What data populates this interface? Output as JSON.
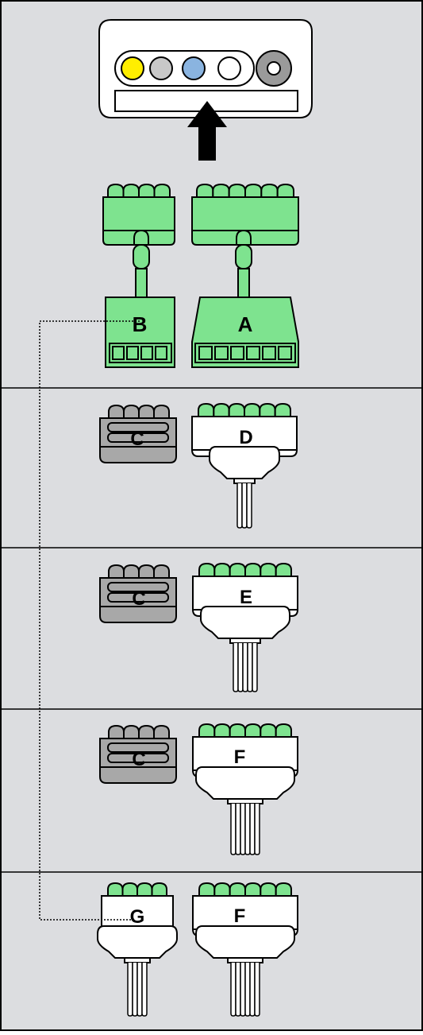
{
  "labels": {
    "a": "A",
    "b": "B",
    "c1": "C",
    "c2": "C",
    "c3": "C",
    "d": "D",
    "e": "E",
    "f1": "F",
    "f2": "F",
    "g": "G"
  },
  "colors": {
    "background": "#dcdde0",
    "green": "#7ee38f",
    "gray": "#a8a8a8",
    "dark_gray": "#8e8e8e",
    "white": "#ffffff",
    "yellow": "#ffee00",
    "blue": "#8ab4e0",
    "port_gray": "#c8c8c8",
    "port_dark": "#9a9a9a",
    "black": "#000000"
  }
}
